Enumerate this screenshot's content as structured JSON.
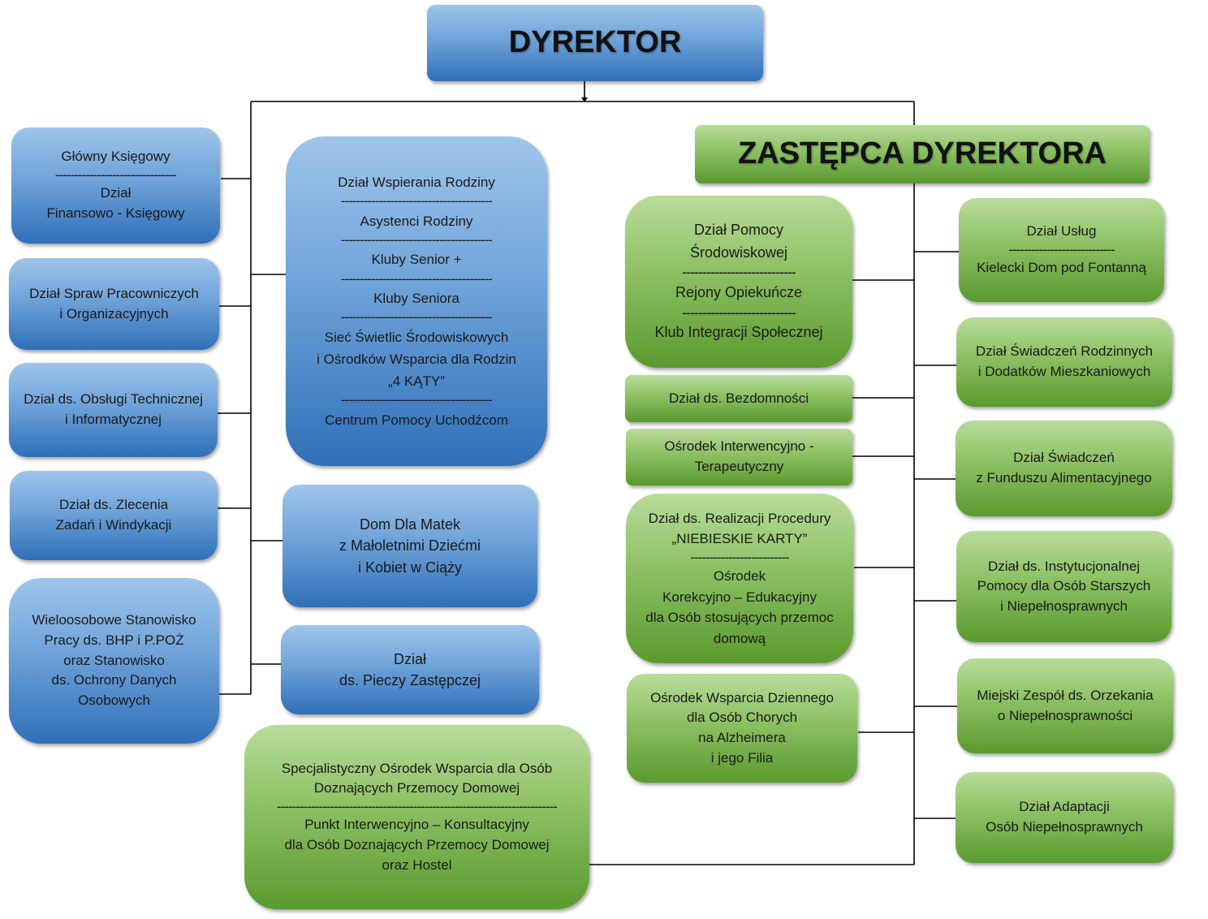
{
  "director": {
    "title": "DYREKTOR"
  },
  "deputy": {
    "title": "ZASTĘPCA DYREKTORA"
  },
  "left_column": [
    {
      "lines": [
        "Główny Księgowy",
        "--------------------------------",
        "Dział",
        "Finansowo - Księgowy"
      ]
    },
    {
      "lines": [
        "Dział Spraw Pracowniczych",
        "i Organizacyjnych"
      ]
    },
    {
      "lines": [
        "Dział ds. Obsługi Technicznej",
        "i Informatycznej"
      ]
    },
    {
      "lines": [
        "Dział ds. Zlecenia",
        "Zadań i Windykacji"
      ]
    },
    {
      "lines": [
        "Wieloosobowe Stanowisko",
        "Pracy ds. BHP i P.POŻ",
        "oraz Stanowisko",
        "ds. Ochrony Danych",
        "Osobowych"
      ]
    }
  ],
  "center_column": {
    "family_support": {
      "lines": [
        "Dział Wspierania Rodziny",
        "----------------------------------------",
        "Asystenci Rodziny",
        "----------------------------------------",
        "Kluby Senior +",
        "----------------------------------------",
        "Kluby Seniora",
        "----------------------------------------",
        "Sieć Świetlic Środowiskowych",
        "i Ośrodków Wsparcia dla Rodzin",
        "„4 KĄTY”",
        "----------------------------------------",
        "Centrum Pomocy Uchodźcom"
      ]
    },
    "mothers_home": {
      "lines": [
        "Dom Dla Matek",
        "z Małoletnimi Dziećmi",
        "i Kobiet w Ciąży"
      ]
    },
    "foster_care": {
      "lines": [
        "Dział",
        "ds. Pieczy Zastępczej"
      ]
    },
    "violence_center": {
      "lines": [
        "Specjalistyczny Ośrodek Wsparcia dla Osób",
        "Doznających Przemocy Domowej",
        "--------------------------------------------------------------------------",
        "Punkt Interwencyjno – Konsultacyjny",
        "dla Osób Doznających Przemocy Domowej",
        "oraz Hostel"
      ]
    }
  },
  "deputy_left_column": [
    {
      "lines": [
        "Dział Pomocy",
        "Środowiskowej",
        "----------------------------",
        "Rejony Opiekuńcze",
        "----------------------------",
        "Klub Integracji Społecznej"
      ]
    },
    {
      "lines": [
        "Dział ds. Bezdomności"
      ]
    },
    {
      "lines": [
        "Ośrodek Interwencyjno -",
        "Terapeutyczny"
      ]
    },
    {
      "lines": [
        "Dział ds. Realizacji Procedury",
        "„NIEBIESKIE KARTY”",
        "--------------------------",
        "Ośrodek",
        "Korekcyjno – Edukacyjny",
        "dla Osób stosujących przemoc",
        "domową"
      ]
    },
    {
      "lines": [
        "Ośrodek Wsparcia Dziennego",
        "dla Osób Chorych",
        "na Alzheimera",
        "i jego Filia"
      ]
    }
  ],
  "deputy_right_column": [
    {
      "lines": [
        "Dział Usług",
        "----------------------------",
        "Kielecki Dom pod Fontanną"
      ]
    },
    {
      "lines": [
        "Dział Świadczeń Rodzinnych",
        "i Dodatków Mieszkaniowych"
      ]
    },
    {
      "lines": [
        "Dział Świadczeń",
        "z Funduszu Alimentacyjnego"
      ]
    },
    {
      "lines": [
        "Dział ds. Instytucjonalnej",
        "Pomocy dla Osób Starszych",
        "i Niepełnosprawnych"
      ]
    },
    {
      "lines": [
        "Miejski Zespół ds. Orzekania",
        "o Niepełnosprawności"
      ]
    },
    {
      "lines": [
        "Dział Adaptacji",
        "Osób Niepełnosprawnych"
      ]
    }
  ],
  "colors": {
    "blue_top": "#9fc5ea",
    "blue_bottom": "#2f6fb8",
    "green_top": "#b8dc9a",
    "green_bottom": "#5a9a2f",
    "connector": "#000000"
  }
}
